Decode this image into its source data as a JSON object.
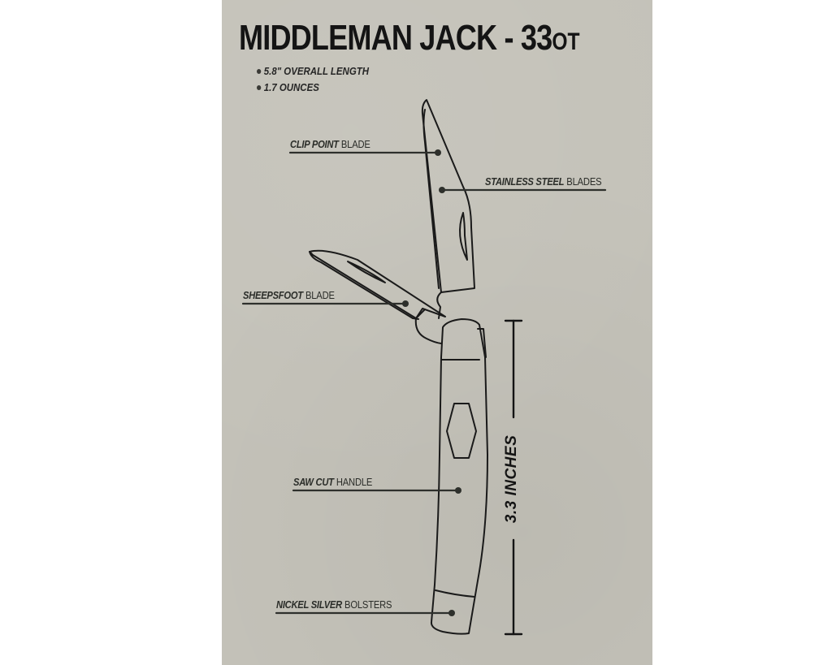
{
  "header": {
    "title": "MIDDLEMAN JACK - 33",
    "title_suffix": "OT"
  },
  "specs": [
    {
      "text": "5.8\" OVERALL LENGTH"
    },
    {
      "text": "1.7 OUNCES"
    }
  ],
  "callouts": [
    {
      "id": "clip-point",
      "strong": "CLIP POINT",
      "light": "BLADE"
    },
    {
      "id": "stainless-steel",
      "strong": "STAINLESS STEEL",
      "light": "BLADES"
    },
    {
      "id": "sheepsfoot",
      "strong": "SHEEPSFOOT",
      "light": "BLADE"
    },
    {
      "id": "saw-cut",
      "strong": "SAW CUT",
      "light": "HANDLE"
    },
    {
      "id": "nickel-silver",
      "strong": "NICKEL SILVER",
      "light": "BOLSTERS"
    }
  ],
  "dimension": {
    "label": "3.3 INCHES"
  },
  "colors": {
    "card_background": "#c4c2b9",
    "page_background": "#ffffff",
    "ink": "#141414",
    "leader_line": "#2e302c"
  }
}
